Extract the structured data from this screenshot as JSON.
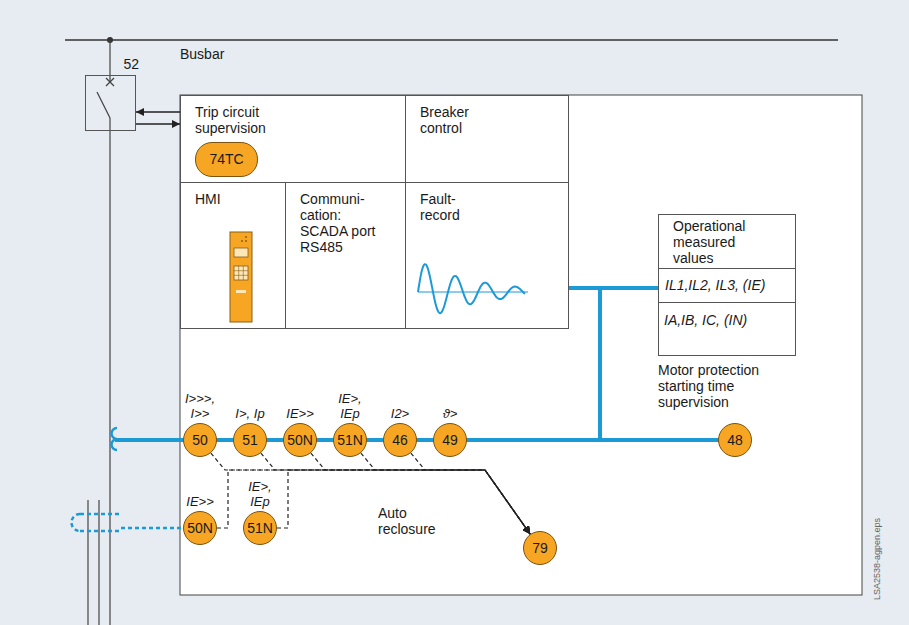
{
  "diagram": {
    "nodes": [
      {
        "text": [
          "52"
        ]
      },
      {
        "text": [
          "Trip circuit supervision"
        ]
      },
      {
        "text": [
          "74TC"
        ],
        "in": 1
      },
      {
        "text": [
          "Breaker control"
        ]
      },
      {
        "text": [
          "HMI"
        ]
      },
      {
        "text": [
          "Communi- cation: SCADA port RS485"
        ]
      },
      {
        "text": [
          "Fault- record"
        ]
      },
      {
        "text": [
          "Operational measured values"
        ]
      },
      {
        "text": [
          "IL1,IL2, IL3, (IE)"
        ],
        "in": 7
      },
      {
        "text": [
          "IA,IB, IC, (IN)"
        ],
        "in": 7
      },
      {
        "text": [
          "I>>>, I>>",
          "50"
        ]
      },
      {
        "text": [
          "I>, Ip",
          "51"
        ]
      },
      {
        "text": [
          "IE>>",
          "50N"
        ]
      },
      {
        "text": [
          "IE>, IEp",
          "51N"
        ]
      },
      {
        "text": [
          "I2>",
          "46"
        ]
      },
      {
        "text": [
          "ϑ>",
          "49"
        ]
      },
      {
        "text": [
          "48"
        ]
      },
      {
        "text": [
          "IE>>",
          "50N"
        ]
      },
      {
        "text": [
          "IE>, IEp",
          "51N"
        ]
      },
      {
        "text": [
          "79"
        ]
      }
    ],
    "edges": [
      {
        "from": 1,
        "to": 0,
        "arrow": "to"
      },
      {
        "from": 0,
        "to": 1,
        "arrow": "to"
      },
      {
        "from": 10,
        "to": 19,
        "arrow": "to"
      },
      {
        "from": 11,
        "to": 19,
        "arrow": "to"
      },
      {
        "from": 12,
        "to": 19,
        "arrow": "to"
      },
      {
        "from": 13,
        "to": 19,
        "arrow": "to"
      },
      {
        "from": 14,
        "to": 19,
        "arrow": "to"
      },
      {
        "from": 17,
        "to": 19,
        "arrow": "to"
      },
      {
        "from": 18,
        "to": 19,
        "arrow": "to"
      }
    ],
    "labels": [
      "Busbar",
      "Motor protection starting time supervision",
      "Auto reclosure",
      "LSA2538-agpen.eps"
    ]
  }
}
